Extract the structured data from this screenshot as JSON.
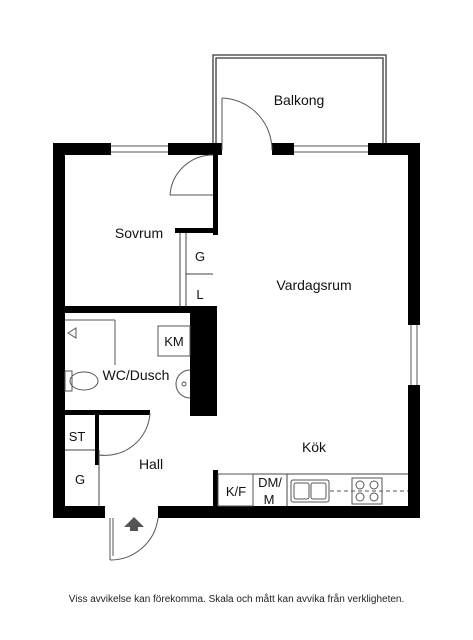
{
  "rooms": {
    "balcony": "Balkong",
    "bedroom": "Sovrum",
    "living_room": "Vardagsrum",
    "bathroom": "WC/Dusch",
    "kitchen": "Kök",
    "hall": "Hall"
  },
  "fixtures": {
    "bedroom_wardrobe_g": "G",
    "bedroom_wardrobe_l": "L",
    "bathroom_km": "KM",
    "hall_st": "ST",
    "hall_wardrobe_g": "G",
    "kitchen_kf": "K/F",
    "kitchen_dm": "DM/",
    "kitchen_m": "M"
  },
  "disclaimer": "Viss avvikelse kan förekomma. Skala och mått kan avvika från verkligheten.",
  "colors": {
    "wall": "#000000",
    "thin_line": "#555555",
    "background": "#ffffff"
  }
}
